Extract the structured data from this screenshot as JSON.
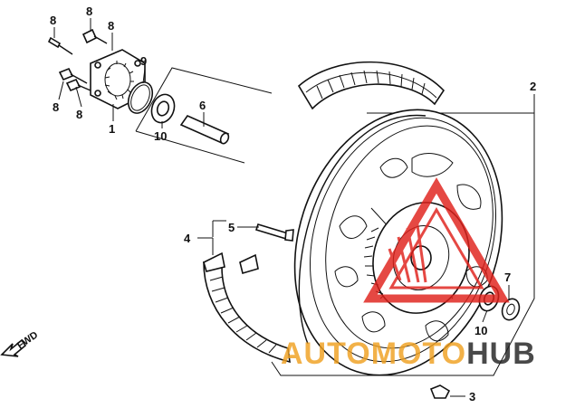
{
  "callouts": {
    "c8a": "8",
    "c8b": "8",
    "c8c": "8",
    "c8d": "8",
    "c8e": "8",
    "c1": "1",
    "c9": "9",
    "c10a": "10",
    "c6": "6",
    "c2": "2",
    "c5": "5",
    "c4": "4",
    "c7": "7",
    "c10b": "10",
    "c3": "3"
  },
  "direction_label": "FWD",
  "watermark": {
    "text_left": "AUTO",
    "text_mid": "MOTO",
    "text_right": "HUB",
    "color_orange": "#f0a020",
    "color_red": "#e0201a",
    "color_dark": "#222222"
  }
}
